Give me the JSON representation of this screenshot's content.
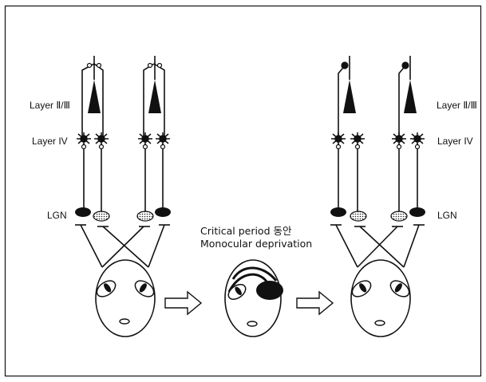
{
  "labels": {
    "layer_23_left": "Layer Ⅱ/Ⅲ",
    "layer_4_left": "Layer IV",
    "lgn_left": "LGN",
    "layer_23_right": "Layer Ⅱ/Ⅲ",
    "layer_4_right": "Layer IV",
    "lgn_right": "LGN"
  },
  "caption": {
    "line1": "Critical period 동안",
    "line2": "Monocular deprivation"
  },
  "colors": {
    "ink": "#111111",
    "background": "#ffffff",
    "arrow_fill": "#ffffff"
  }
}
